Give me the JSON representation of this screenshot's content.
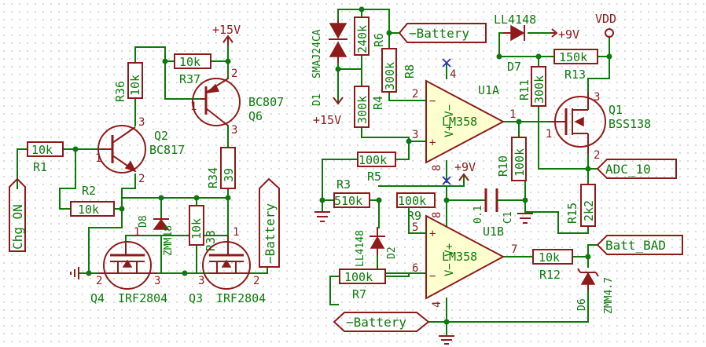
{
  "nets": {
    "chg_on": "Chg_ON",
    "neg_battery_1": "−Battery",
    "neg_battery_2": "−Battery",
    "neg_battery_3": "−Battery",
    "adc": "ADC_10",
    "batt_bad": "Batt_BAD",
    "plus15_1": "+15V",
    "plus15_2": "+15V",
    "plus9_1": "+9V",
    "plus9_2": "+9V",
    "vdd": "VDD"
  },
  "resistors": {
    "R1": {
      "ref": "R1",
      "value": "10k"
    },
    "R2": {
      "ref": "R2",
      "value": "10k"
    },
    "R36": {
      "ref": "R36",
      "value": "10k"
    },
    "R37": {
      "ref": "R37",
      "value": "10k"
    },
    "R34": {
      "ref": "R34",
      "value": "39"
    },
    "R33": {
      "ref": "R33",
      "value": "10k"
    },
    "R3": {
      "ref": "R3",
      "value": "510k"
    },
    "R4": {
      "ref": "R4",
      "value": "300k"
    },
    "R5": {
      "ref": "R5",
      "value": "100k"
    },
    "R6": {
      "ref": "R6",
      "value": "240k"
    },
    "R7": {
      "ref": "R7",
      "value": "100k"
    },
    "R8": {
      "ref": "R8",
      "value": "300k"
    },
    "R9": {
      "ref": "R9",
      "value": "100k"
    },
    "R10": {
      "ref": "R10",
      "value": "100k"
    },
    "R11": {
      "ref": "R11",
      "value": "300k"
    },
    "R12": {
      "ref": "R12",
      "value": "10k"
    },
    "R13": {
      "ref": "R13",
      "value": "150k"
    },
    "R15": {
      "ref": "R15",
      "value": "2k2"
    }
  },
  "transistors": {
    "Q2": {
      "ref": "Q2",
      "value": "BC817"
    },
    "Q6": {
      "ref": "Q6",
      "value": "BC807"
    },
    "Q4": {
      "ref": "Q4",
      "value": "IRF2804"
    },
    "Q3": {
      "ref": "Q3",
      "value": "IRF2804"
    },
    "Q1": {
      "ref": "Q1",
      "value": "BSS138"
    }
  },
  "diodes": {
    "D1": {
      "ref": "D1",
      "value": "SMAJ24CA"
    },
    "D2": {
      "ref": "D2",
      "value": "LL4148"
    },
    "D6": {
      "ref": "D6",
      "value": "ZMM4.7"
    },
    "D7": {
      "ref": "D7",
      "value": "LL4148"
    },
    "D8": {
      "ref": "D8",
      "value": "ZMM18"
    }
  },
  "capacitor": {
    "ref": "C1",
    "value": "0.1"
  },
  "opamps": {
    "U1A": {
      "ref": "U1A",
      "value": "LM358"
    },
    "U1B": {
      "ref": "U1B",
      "value": "LM358"
    }
  },
  "pins": {
    "one": "1",
    "two": "2",
    "three": "3",
    "four": "4",
    "five": "5",
    "six": "6",
    "seven": "7",
    "eight": "8"
  }
}
